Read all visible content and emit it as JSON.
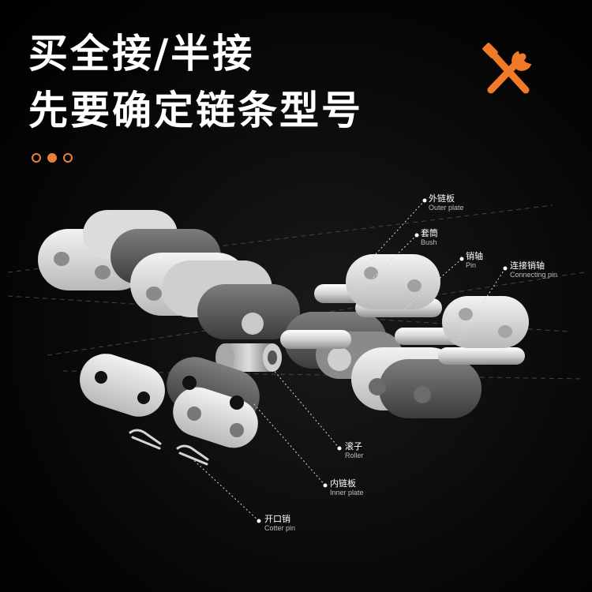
{
  "header": {
    "line1": "买全接/半接",
    "line2": "先要确定链条型号"
  },
  "accent_color": "#e8803a",
  "indicator": {
    "count": 3,
    "active_index": 1
  },
  "icons": {
    "tools": "wrench-screwdriver-icon"
  },
  "parts": [
    {
      "zh": "外链板",
      "en": "Outer plate"
    },
    {
      "zh": "套筒",
      "en": "Bush"
    },
    {
      "zh": "销轴",
      "en": "Pin"
    },
    {
      "zh": "连接销轴",
      "en": "Connecting pin"
    },
    {
      "zh": "滚子",
      "en": "Roller"
    },
    {
      "zh": "内链板",
      "en": "Inner plate"
    },
    {
      "zh": "开口销",
      "en": "Cotter pin"
    }
  ]
}
